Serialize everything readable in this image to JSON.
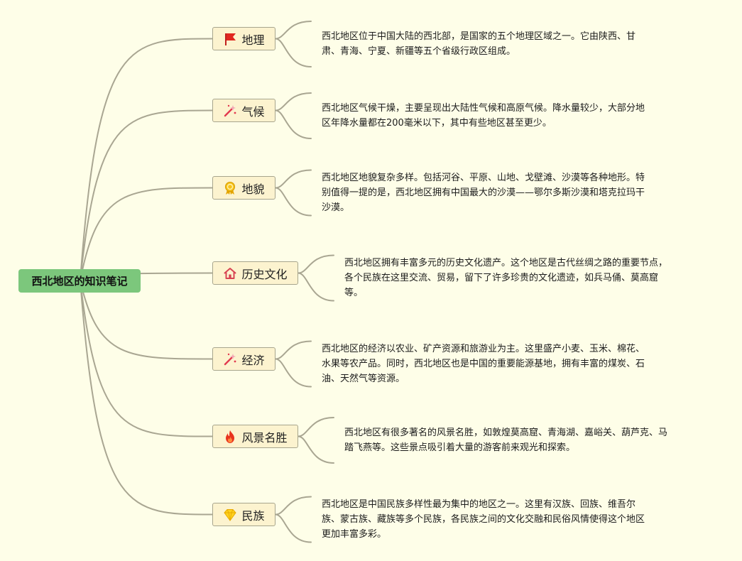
{
  "root": {
    "label": "西北地区的知识笔记"
  },
  "topics": [
    {
      "label": "地理",
      "icon": "red-flag-icon",
      "text": [
        "西北地区位于中国大陆的西北部，是国家的五个地理区域之一。它由陕西、甘",
        "肃、青海、宁夏、新疆等五个省级行政区组成。"
      ]
    },
    {
      "label": "气候",
      "icon": "magic-wand-icon",
      "text": [
        "西北地区气候干燥，主要呈现出大陆性气候和高原气候。降水量较少，大部分地",
        "区年降水量都在200毫米以下，其中有些地区甚至更少。"
      ]
    },
    {
      "label": "地貌",
      "icon": "gold-medal-icon",
      "text": [
        "西北地区地貌复杂多样。包括河谷、平原、山地、戈壁滩、沙漠等各种地形。特",
        "别值得一提的是，西北地区拥有中国最大的沙漠——鄂尔多斯沙漠和塔克拉玛干",
        "沙漠。"
      ]
    },
    {
      "label": "历史文化",
      "icon": "house-icon",
      "text": [
        "西北地区拥有丰富多元的历史文化遗产。这个地区是古代丝绸之路的重要节点，",
        "各个民族在这里交流、贸易，留下了许多珍贵的文化遗迹，如兵马俑、莫高窟",
        "等。"
      ]
    },
    {
      "label": "经济",
      "icon": "magic-wand-icon",
      "text": [
        "西北地区的经济以农业、矿产资源和旅游业为主。这里盛产小麦、玉米、棉花、",
        "水果等农产品。同时，西北地区也是中国的重要能源基地，拥有丰富的煤炭、石",
        "油、天然气等资源。"
      ]
    },
    {
      "label": "风景名胜",
      "icon": "fire-icon",
      "text": [
        "西北地区有很多著名的风景名胜，如敦煌莫高窟、青海湖、嘉峪关、葫芦克、马",
        "踏飞燕等。这些景点吸引着大量的游客前来观光和探索。"
      ]
    },
    {
      "label": "民族",
      "icon": "diamond-icon",
      "text": [
        "西北地区是中国民族多样性最为集中的地区之一。这里有汉族、回族、维吾尔",
        "族、蒙古族、藏族等多个民族，各民族之间的文化交融和民俗风情使得这个地区",
        "更加丰富多彩。"
      ]
    }
  ],
  "colors": {
    "background": "#fefee8",
    "root_fill": "#7cc77c",
    "topic_fill": "#fcf3cf",
    "link": "#a9a692"
  }
}
